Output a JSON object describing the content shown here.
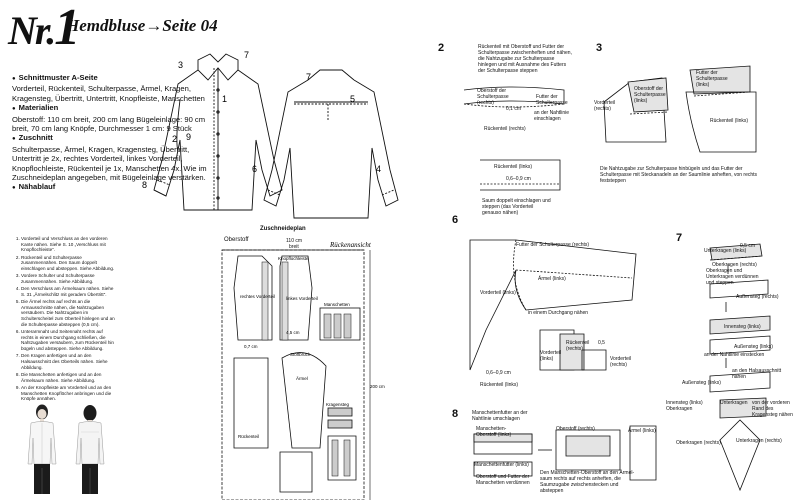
{
  "header": {
    "nr_prefix": "Nr.",
    "nr_number": "1",
    "title": "Hemdbluse→Seite 04"
  },
  "materials": {
    "heading_pattern": "Schnittmuster A-Seite",
    "pattern_text": "Vorderteil, Rückenteil, Schulterpasse, Ärmel, Kragen, Kragensteg, Übertritt, Untertritt, Knopfleiste, Manschetten",
    "heading_materials": "Materialien",
    "materials_text": "Oberstoff: 110 cm breit, 200 cm lang Bügeleinlage: 90 cm breit, 70 cm lang Knöpfe, Durchmesser 1 cm: 9 Stück",
    "heading_cut": "Zuschnitt",
    "cut_text": "Schulterpasse, Ärmel, Kragen, Kragensteg, Übertritt, Untertritt je 2x, rechtes Vorderteil, linkes Vorderteil, Knopflochleiste, Rückenteil je 1x, Manschetten 4x. Wie im Zuschneideplan angegeben, mit Bügeleinlage verstärken.",
    "heading_sewing": "Nähablauf"
  },
  "steps": [
    "Vorderteil und Verschluss an den vorderen Kante nähen. Siehe S. 10 „Verschluss mit Knopflochleiste“.",
    "Rückenteil und Schulterpasse zusammennähen. Den Saum doppelt einschlagen und absteppen. Siehe Abbildung.",
    "Vordere Schulter und Schulterpasse zusammennähen. Siehe Abbildung.",
    "Den Verschluss am Ärmelsaum nähen. Siehe S. 31 „Ärmelschlitz mit geradem Übertritt“.",
    "Die Ärmel rechts auf rechts an die Armausschnitte nähen, die Nahtzugaben versäubern. Die Nahtzugaben im Schulterscheitel zum Oberteil hinlegen und an die Schulterpasse absteppen (0,5 cm).",
    "Unterarmnaht und Seitennaht rechts auf rechts in einem Durchgang schließen, die Nahtzugaben versäubern, zum Rückenteil hin bügeln und absteppen. Siehe Abbildung.",
    "Den Kragen anfertigen und an den Halsausschnitt des Oberteils nähen. Siehe Abbildung.",
    "Die Manschetten anfertigen und an den Ärmelsaum nähen. Siehe Abbildung.",
    "An der Knopfleiste am Vorderteil und an den Manschetten Knopflöcher anbringen und die Knöpfe annähen."
  ],
  "figure_labels": {
    "back_view": "Rückenansicht",
    "cutting_plan": "Zuschneideplan",
    "fabric": "Oberstoff",
    "width": "110 cm",
    "width_sub": "breit",
    "length": "200 cm",
    "knopflochleiste": "Knopflochleiste",
    "rechtes_vorderteil": "rechtes Vorderteil",
    "linkes_vorderteil": "linkes Vorderteil",
    "manschetten": "Manschetten",
    "aermel": "Ärmel",
    "rueckenteil": "Rückenteil",
    "kragensteg": "Kragensteg",
    "schulterpasse": "Schulterpasse",
    "stoffbruch": "Stoffbruch",
    "m_45": "4,5 cm",
    "m_07": "0,7 cm",
    "m_01": "0,1 cm",
    "m_05": "0,5 cm",
    "m_0609": "0,6–0,9 cm",
    "m_05b": "0,5",
    "pattern_nums": [
      "3",
      "7",
      "1",
      "9",
      "2",
      "8",
      "7",
      "5",
      "4",
      "6"
    ]
  },
  "diagrams": {
    "d2_num": "2",
    "d2_top": "Rückenteil mit Oberstoff und Futter der Schulterpasse zwischenheften und nähen, die Nahtzugabe zur Schulterpasse hinlegen und mit Ausnahme des Futters der Schulterpasse steppen",
    "d2_ober": "Oberstoff der Schulterpasse (rechts)",
    "d2_futter": "Futter der Schulterpasse",
    "d2_naht": "an der Nahtlinie einschlagen",
    "d2_ruecken": "Rückenteil (rechts)",
    "d2_ruecken_links": "Rückenteil (links)",
    "d2_saum": "Saum doppelt einschlagen und steppen (das Vorderteil genauso nähen)",
    "d3_num": "3",
    "d3_ober": "Oberstoff der Schulterpasse (links)",
    "d3_futter": "Futter der Schulterpasse (links)",
    "d3_vorderteil": "Vorderteil (rechts)",
    "d3_ruecken": "Rückenteil (links)",
    "d3_caption": "Die Nahtzugabe zur Schulterpasse hinbügeln und das Futter der Schulterpasse mit Steckanadeln an der Saumlinie anheften, von rechts feststeppen",
    "d6_num": "6",
    "d6_futter": "Futter der Schulterpasse (rechts)",
    "d6_aermel": "Ärmel (links)",
    "d6_vorderteil": "Vorderteil (links)",
    "d6_durchgang": "in einem Durchgang nähen",
    "d6_ruecken": "Rückenteil (links)",
    "d6_ruecken_rechts": "Rückenteil (rechts)",
    "d6_vorder_links": "Vorderteil (links)",
    "d6_rueckteil_r": "Rückenteil (rechts)",
    "d6_vorder_r": "Vorderteil (rechts)",
    "d7_num": "7",
    "d7_unterkragen": "Unterkragen (links)",
    "d7_oberkragen": "Oberkragen (rechts)",
    "d7_ober_unter": "Oberkragen und Unterkragen verdünnen und steppen",
    "d7_aussensteg": "Außensteg (rechts)",
    "d7_innensteg": "Innensteg (links)",
    "d7_aussensteg_links": "Außensteg (links)",
    "d7_naht": "an der Nahtlinie einstecken",
    "d7_aussenschnitt": "an den Halsausschnitt nähen",
    "d7_oberkragen2": "Oberkragen",
    "d7_unterkragen2": "Unterkragen",
    "d7_vorderen": "von der vorderen Rand des Kragensteg nähen",
    "d7_oberkragen_r": "Oberkragen (rechts)",
    "d7_unterkragen_r": "Unterkragen (rechts)",
    "d8_num": "8",
    "d8_top": "Manschettenfutter an der Nahtlinie umschlagen",
    "d8_ober": "Manschetten-Oberstoff (links)",
    "d8_futter_links": "Manschettenfutter (links)",
    "d8_futter_text": "Oberstoff und Futter der Manschetten verdünnen",
    "d8_bottom": "Den Manschetten-Oberstoff an den Ärmel-saum rechts auf rechts anheften, die Saumzugabe zwischenstecken und absteppen",
    "d8_oberstoff": "Oberstoff (rechts)",
    "d8_aermel": "Ärmel (links)"
  }
}
